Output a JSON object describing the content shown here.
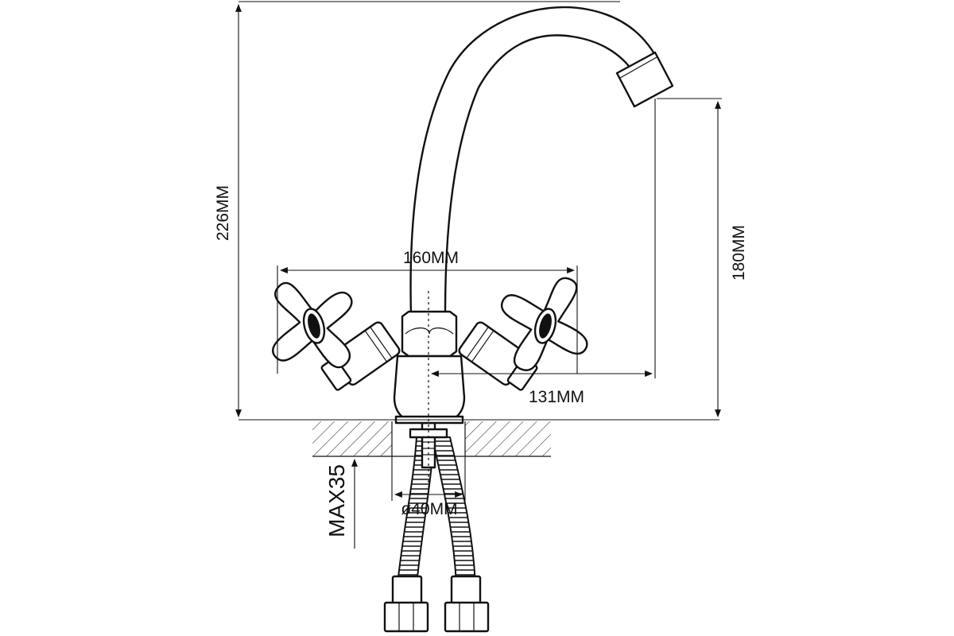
{
  "dimensions": {
    "total_height": "226MM",
    "spout_height": "180MM",
    "handle_span": "160MM",
    "spout_reach": "131MM",
    "mount_hole": "ø40MM",
    "max_thickness": "MAX35"
  },
  "colors": {
    "line": "#111111",
    "background": "#ffffff"
  }
}
